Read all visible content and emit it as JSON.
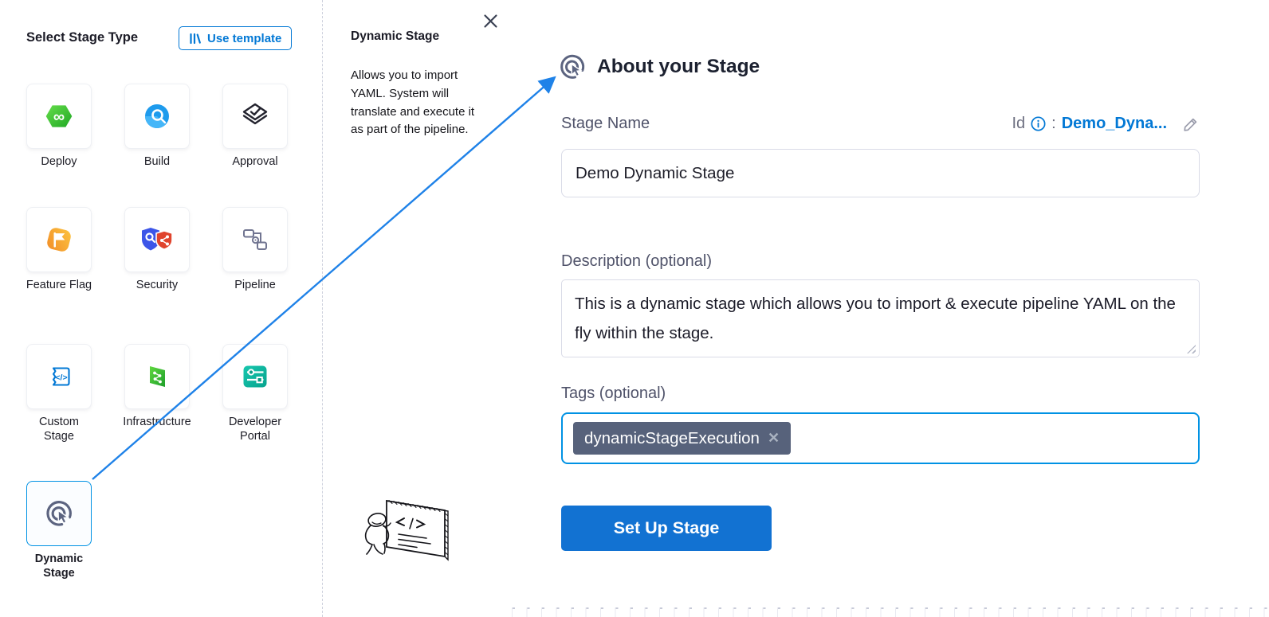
{
  "colors": {
    "accent_blue": "#0278d5",
    "tags_border_blue": "#0092e4",
    "button_blue": "#1272d2",
    "arrow_blue": "#1f82e8",
    "chip_slate": "#57627b",
    "selected_tile_border": "#0092e4"
  },
  "left_panel": {
    "title": "Select Stage Type",
    "use_template": {
      "label": "Use template"
    },
    "stages": [
      {
        "label": "Deploy"
      },
      {
        "label": "Build"
      },
      {
        "label": "Approval"
      },
      {
        "label": "Feature Flag"
      },
      {
        "label": "Security"
      },
      {
        "label": "Pipeline"
      },
      {
        "label": "Custom Stage"
      },
      {
        "label": "Infrastructure"
      },
      {
        "label": "Developer Portal"
      },
      {
        "label": "Dynamic Stage",
        "selected": true
      }
    ]
  },
  "info_panel": {
    "title": "Dynamic Stage",
    "description": "Allows you to import YAML. System will translate and execute it as part of the pipeline."
  },
  "form_panel": {
    "title": "About your Stage",
    "stage_name": {
      "label": "Stage Name",
      "value": "Demo Dynamic Stage"
    },
    "identifier": {
      "label": "Id",
      "separator": ":",
      "value": "Demo_Dyna..."
    },
    "description": {
      "label": "Description (optional)",
      "value": "This is a dynamic stage which allows you to import & execute pipeline YAML on the fly within the stage."
    },
    "tags": {
      "label": "Tags (optional)",
      "items": [
        {
          "label": "dynamicStageExecution",
          "remove_glyph": "✕"
        }
      ]
    },
    "submit": {
      "label": "Set Up Stage"
    }
  },
  "glyphs": {
    "infinity": "∞",
    "code": "</>"
  }
}
